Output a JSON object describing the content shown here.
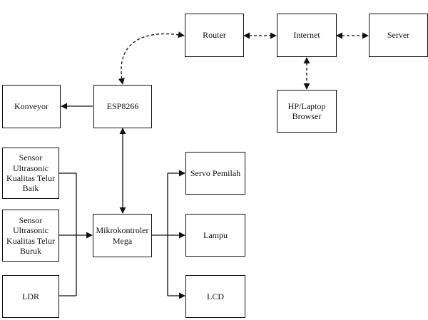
{
  "nodes": {
    "router": "Router",
    "internet": "Internet",
    "server": "Server",
    "hp_laptop": "HP/Laptop\nBrowser",
    "konveyor": "Konveyor",
    "esp8266": "ESP8266",
    "sensor_baik": "Sensor\nUltrasonic\nKualitas Telur\nBaik",
    "sensor_buruk": "Sensor\nUltrasonic\nKualitas Telur\nBuruk",
    "ldr": "LDR",
    "mikrokontroler": "Mikrokontroler\nMega",
    "servo": "Servo Pemilah",
    "lampu": "Lampu",
    "lcd": "LCD"
  },
  "colors": {
    "line": "#111111",
    "box_border": "#111111",
    "background": "#ffffff"
  }
}
